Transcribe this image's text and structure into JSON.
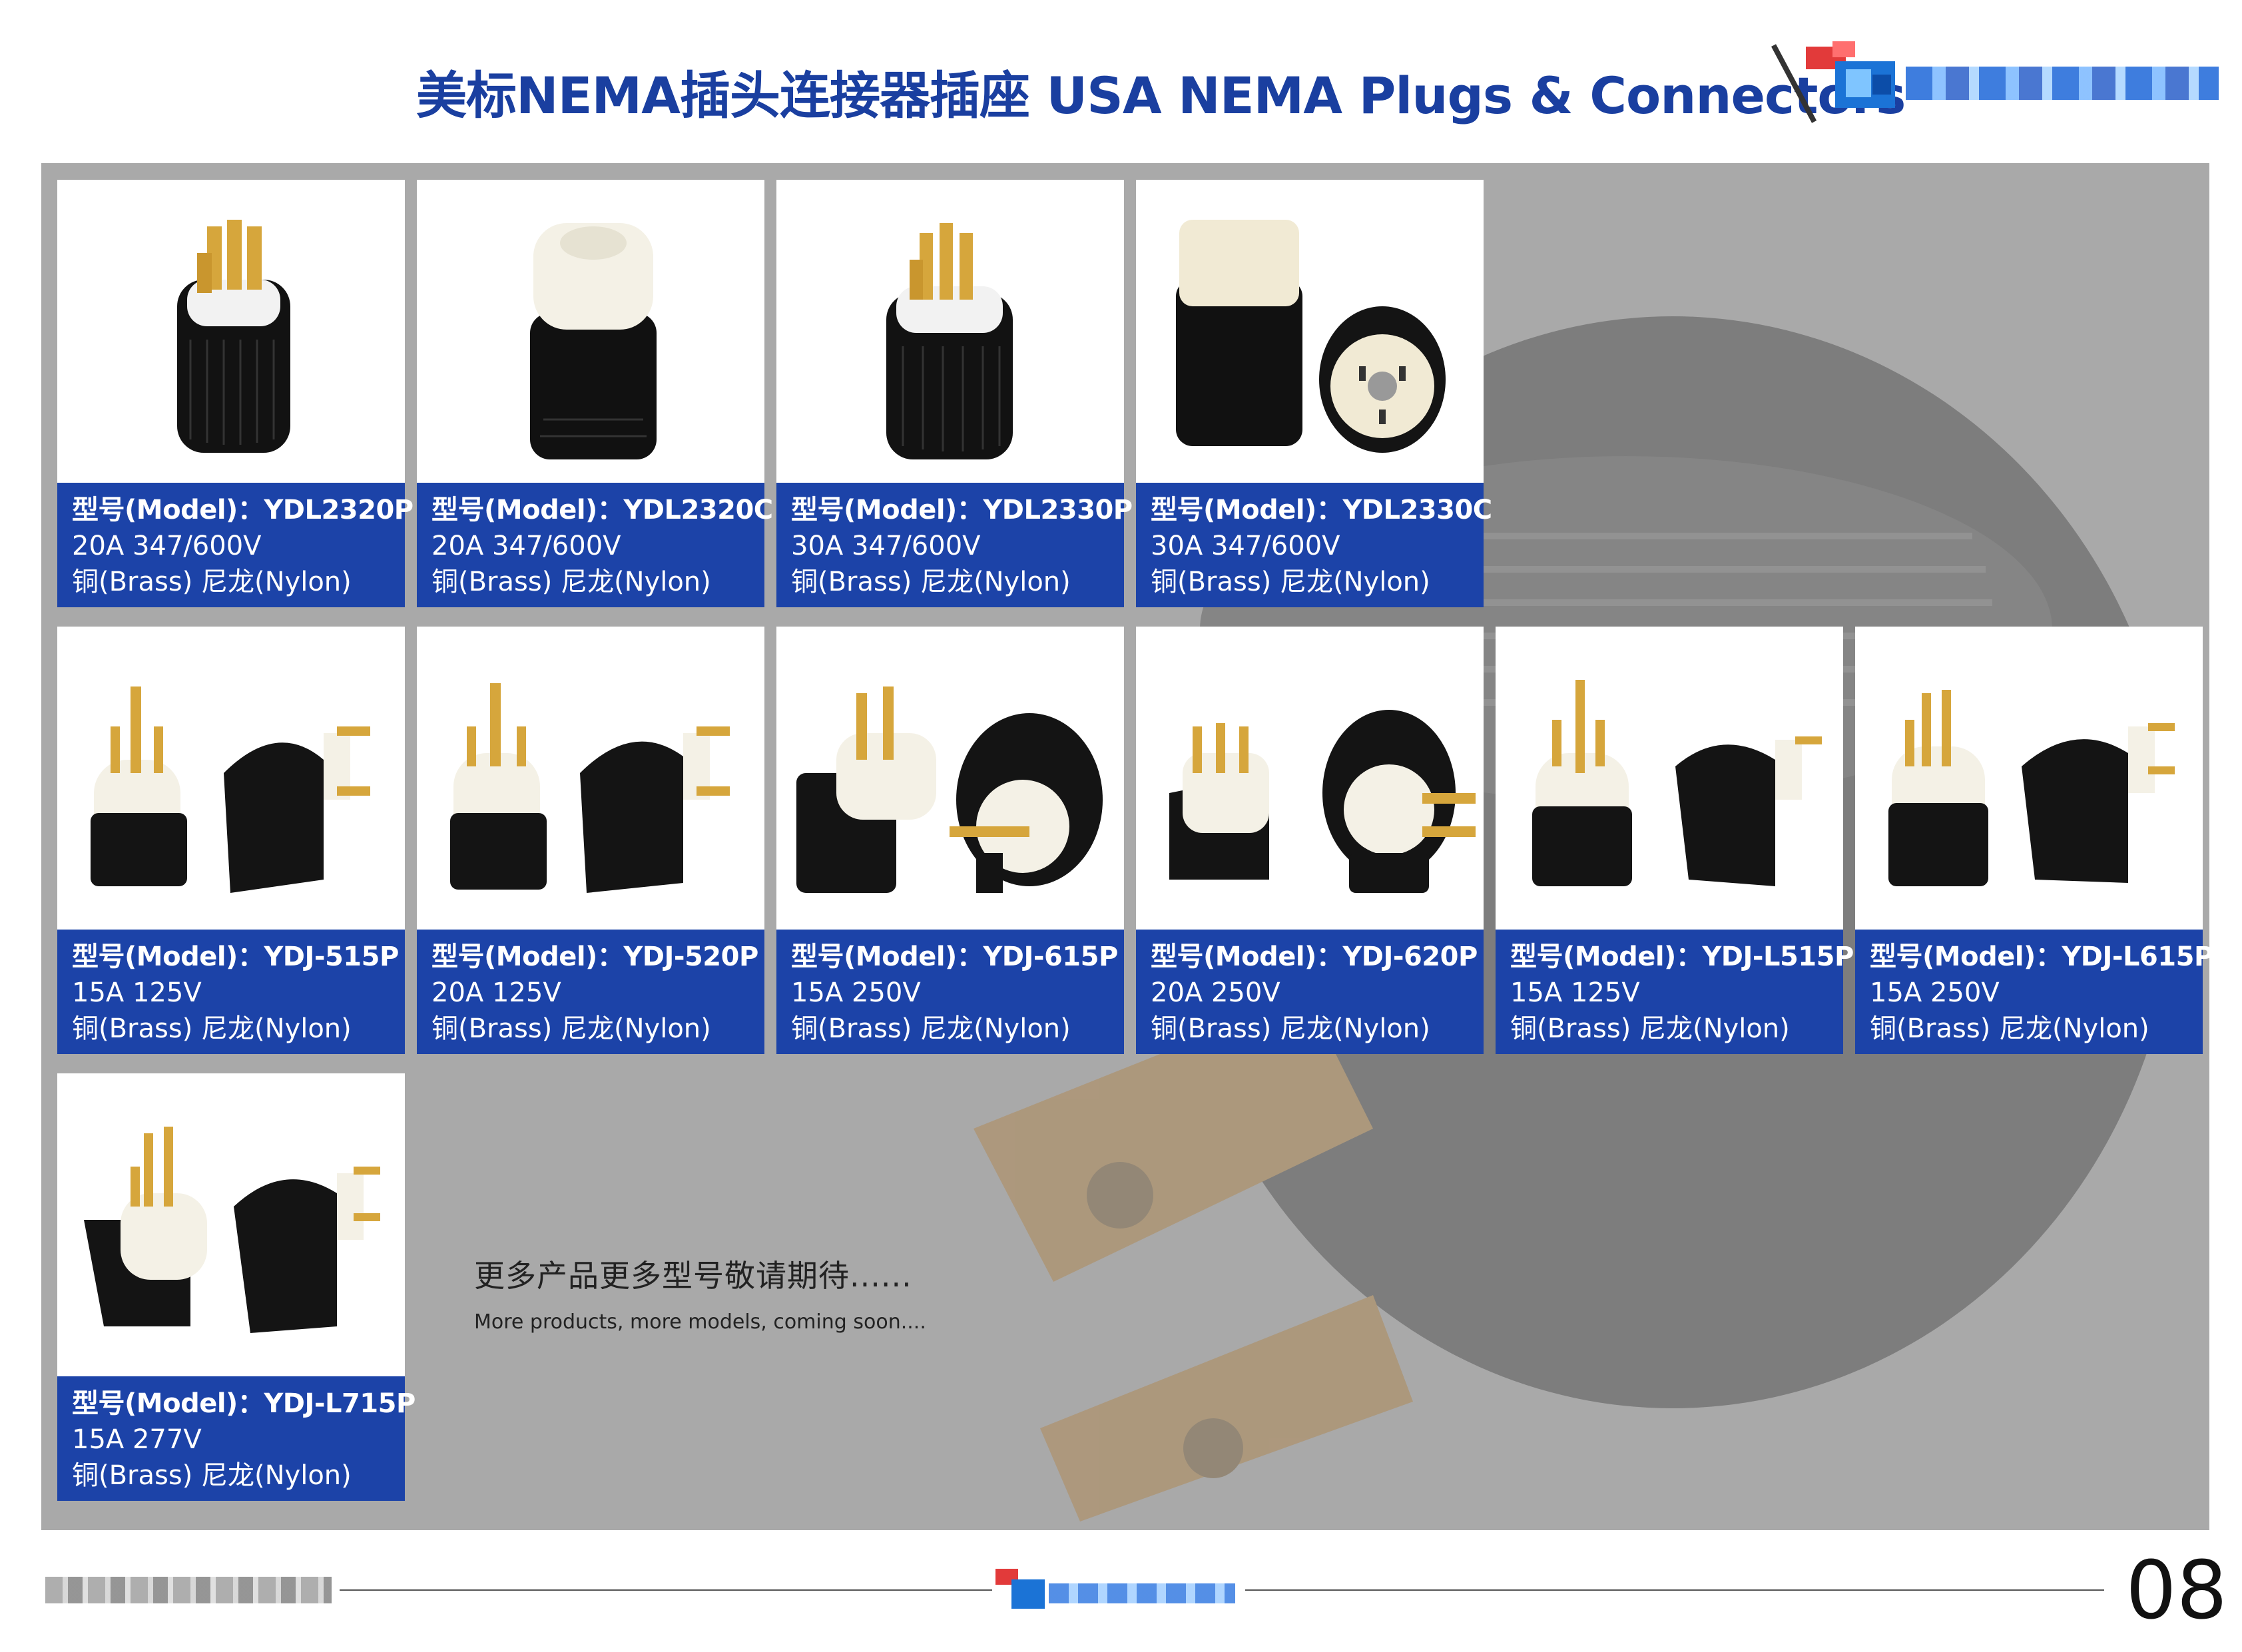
{
  "header": {
    "title": "美标NEMA插头连接器插座 USA NEMA Plugs & Connectors"
  },
  "products": [
    {
      "model": "型号(Model)：YDL2320P",
      "spec": "20A  347/600V",
      "material": "铜(Brass) 尼龙(Nylon)"
    },
    {
      "model": "型号(Model)：YDL2320C",
      "spec": "20A  347/600V",
      "material": "铜(Brass) 尼龙(Nylon)"
    },
    {
      "model": "型号(Model)：YDL2330P",
      "spec": "30A  347/600V",
      "material": "铜(Brass) 尼龙(Nylon)"
    },
    {
      "model": "型号(Model)：YDL2330C",
      "spec": "30A  347/600V",
      "material": "铜(Brass) 尼龙(Nylon)"
    },
    {
      "model": "型号(Model)：YDJ-515P",
      "spec": "15A  125V",
      "material": "铜(Brass) 尼龙(Nylon)"
    },
    {
      "model": "型号(Model)：YDJ-520P",
      "spec": "20A  125V",
      "material": "铜(Brass) 尼龙(Nylon)"
    },
    {
      "model": "型号(Model)：YDJ-615P",
      "spec": "15A  250V",
      "material": "铜(Brass) 尼龙(Nylon)"
    },
    {
      "model": "型号(Model)：YDJ-620P",
      "spec": "20A  250V",
      "material": "铜(Brass) 尼龙(Nylon)"
    },
    {
      "model": "型号(Model)：YDJ-L515P",
      "spec": "15A  125V",
      "material": "铜(Brass) 尼龙(Nylon)"
    },
    {
      "model": "型号(Model)：YDJ-L615P",
      "spec": "15A  250V",
      "material": "铜(Brass) 尼龙(Nylon)"
    },
    {
      "model": "型号(Model)：YDJ-L715P",
      "spec": "15A  277V",
      "material": "铜(Brass) 尼龙(Nylon)"
    }
  ],
  "coming_soon": {
    "cn": "更多产品更多型号敬请期待......",
    "en": "More products, more models, coming soon...."
  },
  "footer": {
    "page_number": "08"
  },
  "colors": {
    "title_blue": "#1a3fa0",
    "caption_blue": "#1c43a8",
    "panel_gray": "#a9a9a9"
  }
}
